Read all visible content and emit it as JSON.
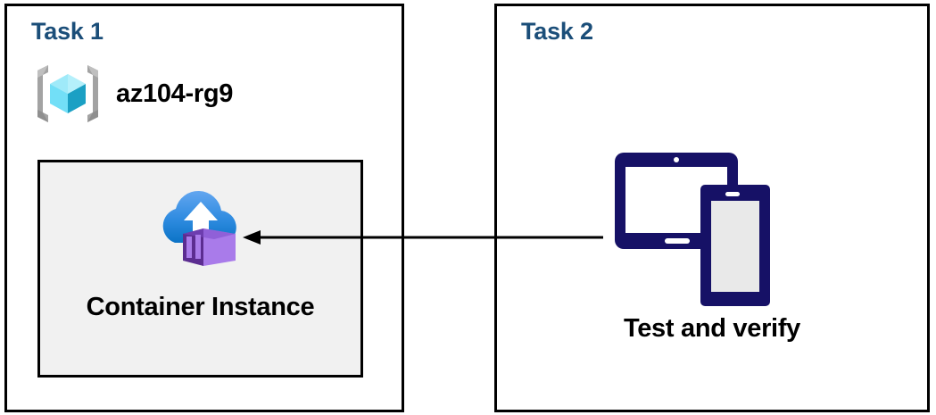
{
  "diagram": {
    "title": "Azure Container Instance task diagram",
    "background": "#ffffff",
    "panels": [
      {
        "id": "task1",
        "title": "Task 1",
        "title_color": "#1B4E79",
        "resource_group": {
          "icon": "resource-group-icon",
          "label": "az104-rg9",
          "label_color": "#000000"
        },
        "card": {
          "icon": "container-instance-icon",
          "label": "Container Instance",
          "fill": "#F1F1F1",
          "border_color": "#000000"
        }
      },
      {
        "id": "task2",
        "title": "Task 2",
        "title_color": "#1B4E79",
        "device": {
          "icon": "tablet-and-phone-icon",
          "label": "Test and verify",
          "label_color": "#000000",
          "icon_color": "#161166"
        }
      }
    ],
    "connector": {
      "name": "arrow-task2-to-task1",
      "direction": "right-to-left",
      "color": "#000000",
      "from": "Test and verify",
      "to": "Container Instance"
    },
    "palette": {
      "panel_border": "#000000",
      "title_blue": "#1B4E79",
      "card_fill": "#F1F1F1",
      "device_navy": "#161166",
      "device_screen_gray": "#E9E9E9",
      "cube_light": "#9FEAF9",
      "cube_mid": "#50E6FF",
      "cube_dark": "#1BA0C4",
      "bracket_gray": "#A3A3A3",
      "bracket_gray_dark": "#8A8A8A",
      "cloud_top": "#5EA0EE",
      "cloud_bottom": "#0C78CC",
      "container_light_purple": "#A97BEA",
      "container_mid_purple": "#9B74DB",
      "container_dark_purple": "#5C2D91"
    }
  }
}
